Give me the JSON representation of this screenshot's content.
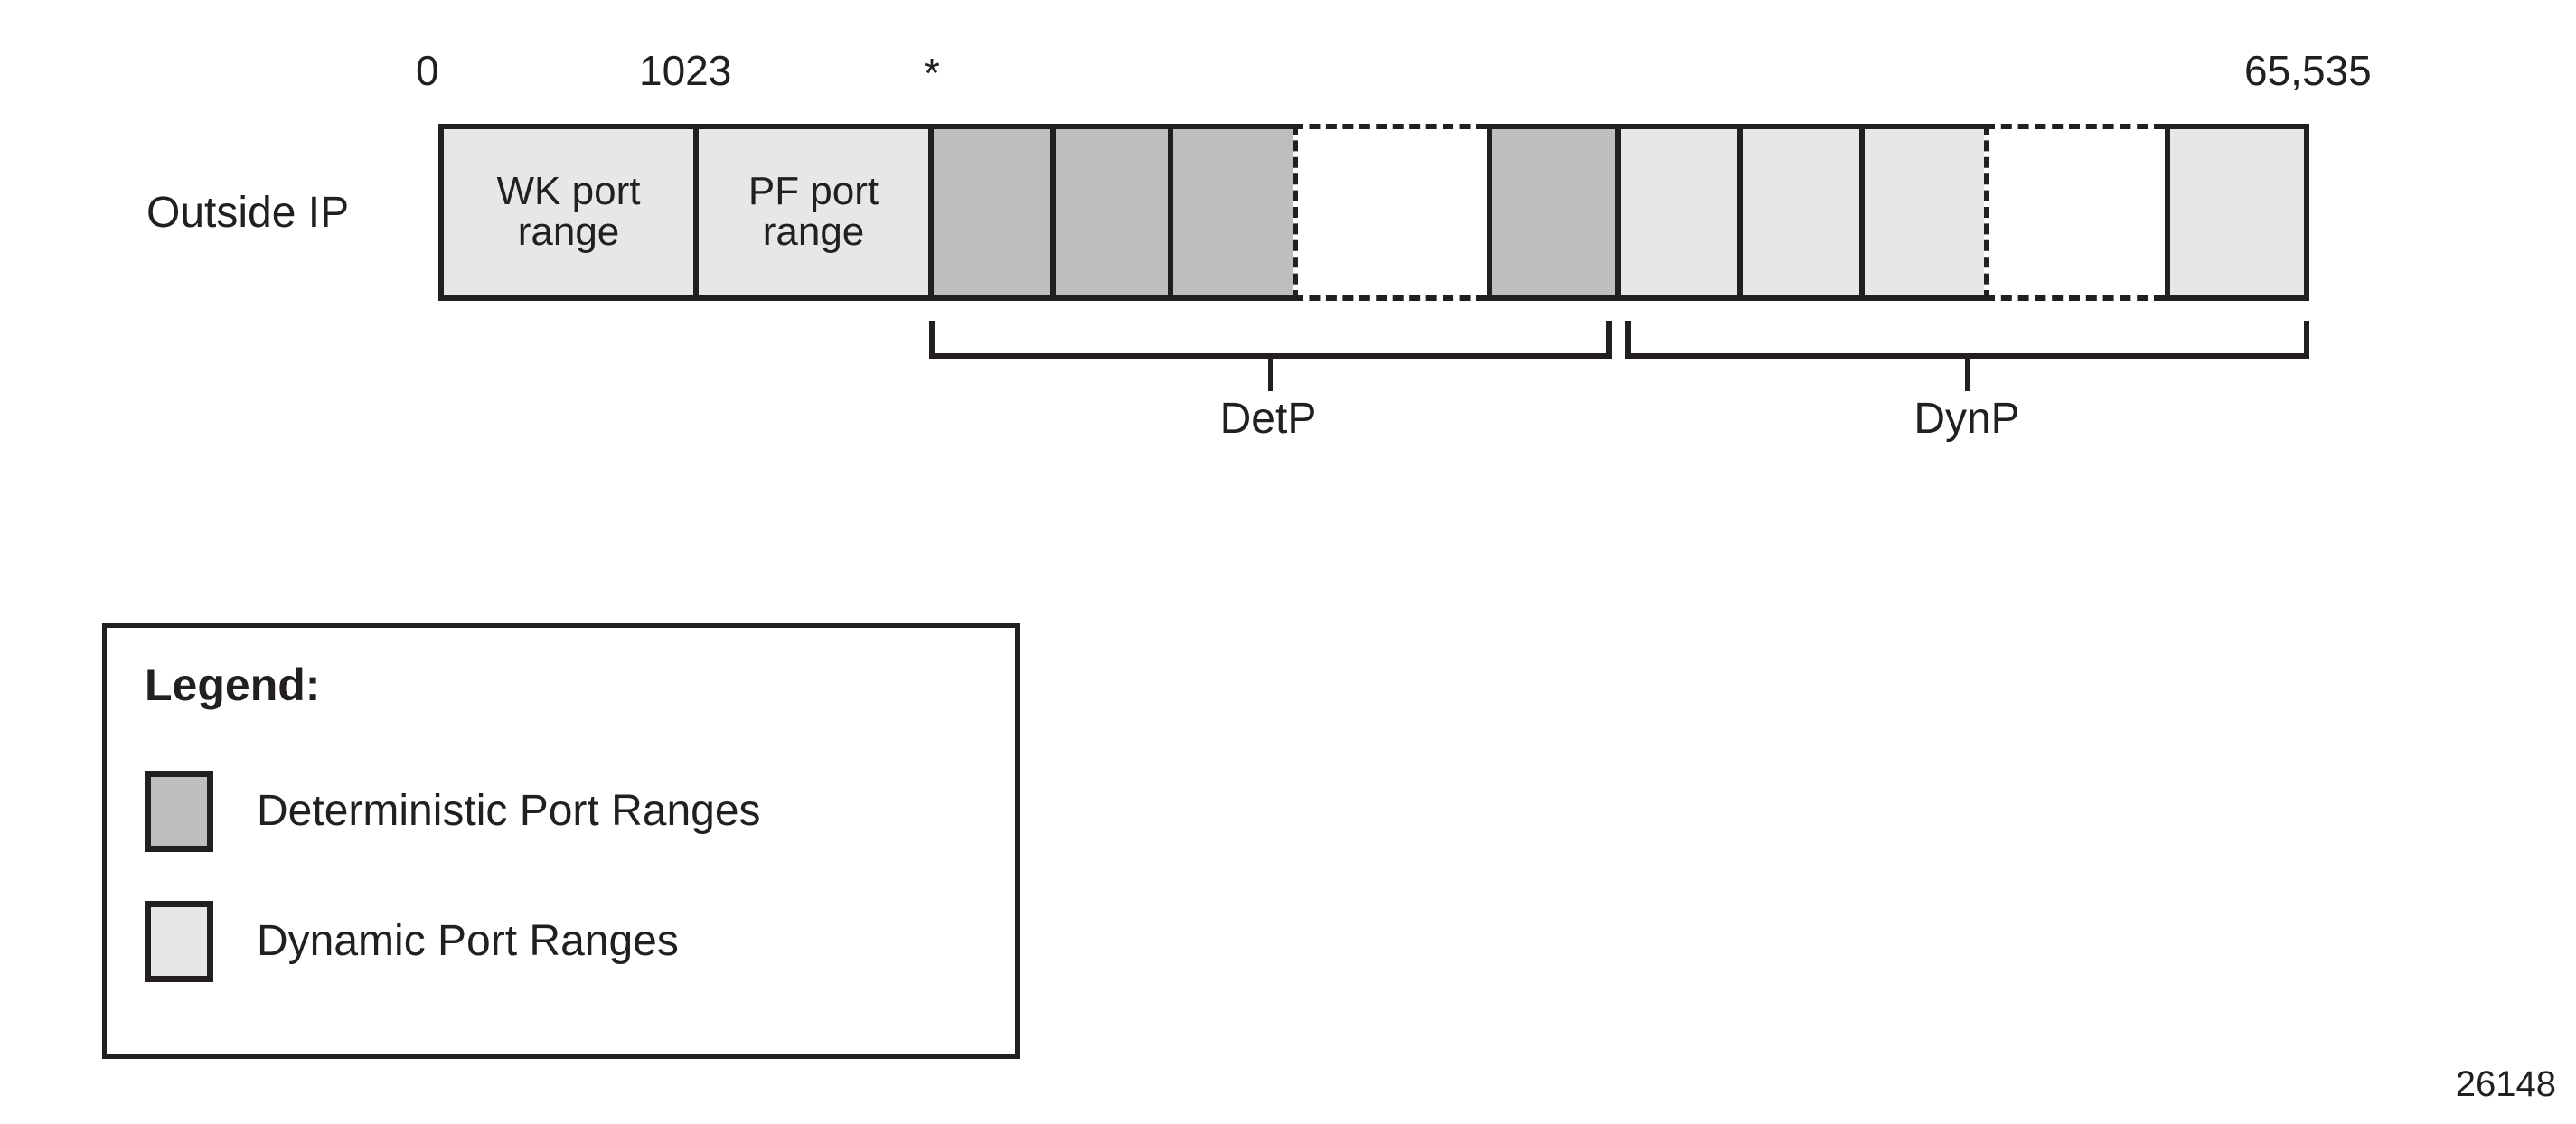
{
  "figure": {
    "id_number": "26148",
    "row_label": "Outside IP"
  },
  "scale": {
    "ticks": [
      {
        "label": "0",
        "name": "scale-tick-0"
      },
      {
        "label": "1023",
        "name": "scale-tick-1023"
      },
      {
        "label": "*",
        "name": "scale-tick-asterisk"
      },
      {
        "label": "65,535",
        "name": "scale-tick-65535"
      }
    ]
  },
  "port_bar": {
    "segments": [
      {
        "label": "WK port range",
        "kind": "dynamic",
        "name": "segment-wk-port-range"
      },
      {
        "label": "PF port range",
        "kind": "dynamic",
        "name": "segment-pf-port-range"
      },
      {
        "label": "",
        "kind": "deterministic",
        "name": "segment-det-1"
      },
      {
        "label": "",
        "kind": "deterministic",
        "name": "segment-det-2"
      },
      {
        "label": "",
        "kind": "deterministic",
        "name": "segment-det-3"
      },
      {
        "label": "",
        "kind": "gap",
        "name": "segment-gap-det"
      },
      {
        "label": "",
        "kind": "deterministic",
        "name": "segment-det-4"
      },
      {
        "label": "",
        "kind": "dynamic",
        "name": "segment-dyn-1"
      },
      {
        "label": "",
        "kind": "dynamic",
        "name": "segment-dyn-2"
      },
      {
        "label": "",
        "kind": "dynamic",
        "name": "segment-dyn-3"
      },
      {
        "label": "",
        "kind": "gap",
        "name": "segment-gap-dyn"
      },
      {
        "label": "",
        "kind": "dynamic",
        "name": "segment-dyn-4"
      }
    ]
  },
  "brackets": [
    {
      "label": "DetP",
      "name": "bracket-detp"
    },
    {
      "label": "DynP",
      "name": "bracket-dynp"
    }
  ],
  "legend": {
    "title": "Legend:",
    "items": [
      {
        "label": "Deterministic Port Ranges",
        "kind": "deterministic",
        "color": "#bcbec0"
      },
      {
        "label": "Dynamic Port Ranges",
        "kind": "dynamic",
        "color": "#e6e7e8"
      }
    ]
  },
  "colors": {
    "stroke": "#231f20",
    "deterministic_fill": "#bcbec0",
    "dynamic_fill": "#e6e7e8",
    "background": "#ffffff"
  }
}
